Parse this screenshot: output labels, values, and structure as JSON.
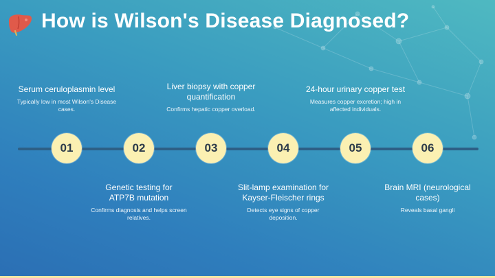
{
  "title": "How is Wilson's Disease Diagnosed?",
  "colors": {
    "circle": "#fbf0b2",
    "line": "#2d5f86",
    "liver": "#e05a4a"
  },
  "steps": [
    {
      "number": "01",
      "title": "Serum ceruloplasmin level",
      "description": "Typically low in most Wilson's Disease cases."
    },
    {
      "number": "02",
      "title": "Genetic testing for ATP7B mutation",
      "description": "Confirms diagnosis and helps screen relatives."
    },
    {
      "number": "03",
      "title": "Liver biopsy with copper quantification",
      "description": "Confirms hepatic copper overload."
    },
    {
      "number": "04",
      "title": "Slit-lamp examination for Kayser-Fleischer rings",
      "description": "Detects eye signs of copper deposition."
    },
    {
      "number": "05",
      "title": "24-hour urinary copper test",
      "description": "Measures copper excretion; high in affected individuals."
    },
    {
      "number": "06",
      "title": "Brain MRI (neurological cases)",
      "description": "Reveals basal gangli"
    }
  ]
}
